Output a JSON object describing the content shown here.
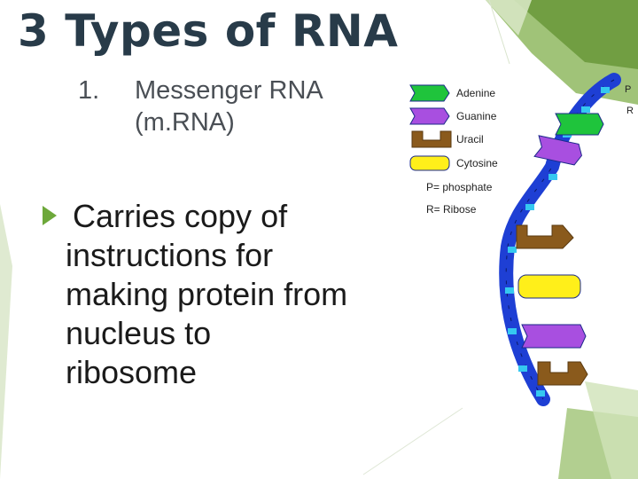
{
  "slide": {
    "title": "3 Types of RNA",
    "item": {
      "number": "1.",
      "label": "Messenger RNA (m.RNA)"
    },
    "bullet": {
      "first_line": "Carries copy of",
      "rest": "instructions for making protein from nucleus to ribosome"
    },
    "theme": {
      "accent": "#6da83a",
      "title_color": "#283b49"
    }
  },
  "diagram": {
    "legend": [
      {
        "label": "Adenine",
        "color": "#1fc43c"
      },
      {
        "label": "Guanine",
        "color": "#a84fe0"
      },
      {
        "label": "Uracil",
        "color": "#8a5a1c"
      },
      {
        "label": "Cytosine",
        "color": "#ffef1a"
      }
    ],
    "notes": [
      "P= phosphate",
      "R= Ribose"
    ],
    "strand_labels": [
      "P",
      "R"
    ],
    "colors": {
      "backbone": "#1e3fd4",
      "node": "#35c8f0"
    }
  }
}
